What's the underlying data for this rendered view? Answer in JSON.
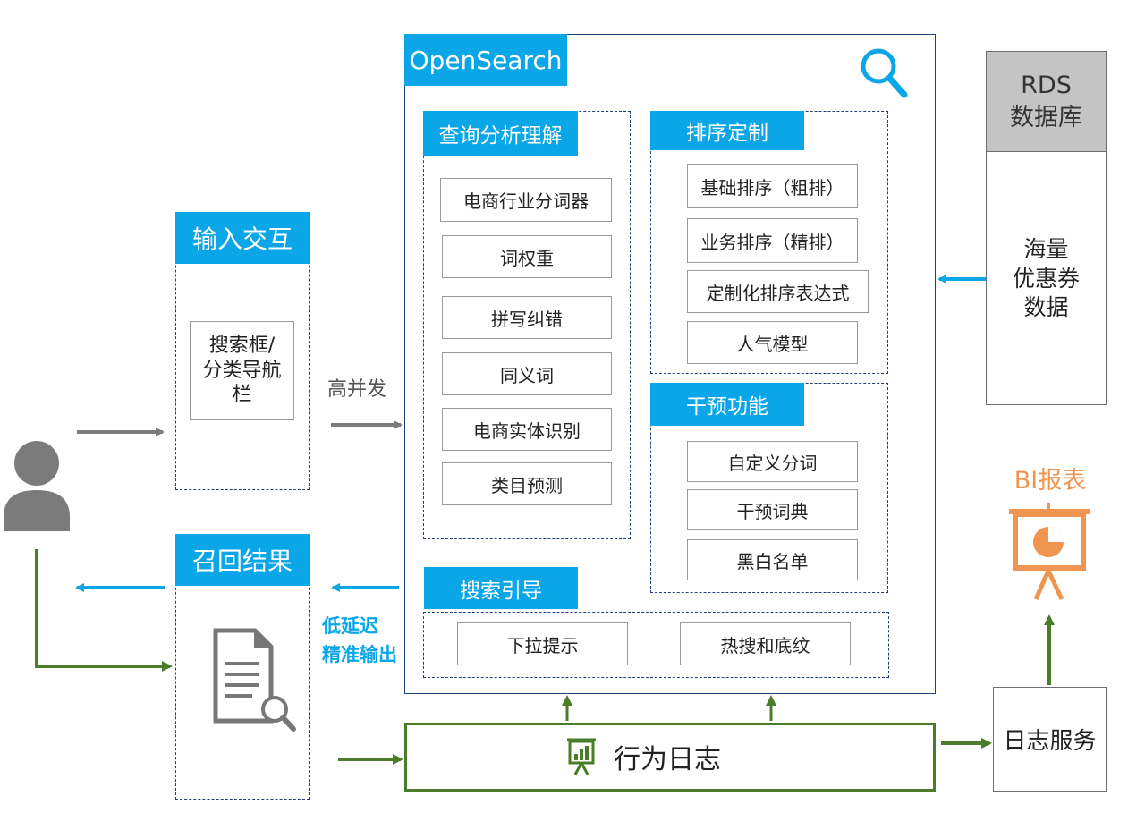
{
  "opensearch": {
    "title": "OpenSearch",
    "query": {
      "title": "查询分析理解",
      "items": [
        "电商行业分词器",
        "词权重",
        "拼写纠错",
        "同义词",
        "电商实体识别",
        "类目预测"
      ]
    },
    "ranking": {
      "title": "排序定制",
      "items": [
        "基础排序（粗排）",
        "业务排序（精排）",
        "定制化排序表达式",
        "人气模型"
      ]
    },
    "intervene": {
      "title": "干预功能",
      "items": [
        "自定义分词",
        "干预词典",
        "黑白名单"
      ]
    },
    "guide": {
      "title": "搜索引导",
      "items": [
        "下拉提示",
        "热搜和底纹"
      ]
    }
  },
  "input": {
    "title": "输入交互",
    "item": "搜索框/\n分类导航\n栏"
  },
  "result": {
    "title": "召回结果"
  },
  "labels": {
    "high_concurrency": "高并发",
    "low_latency": "低延迟",
    "precise_output": "精准输出"
  },
  "rds": {
    "title": "RDS\n数据库",
    "data": "海量\n优惠券\n数据"
  },
  "bi": {
    "title": "BI报表"
  },
  "log": {
    "behavior": "行为日志",
    "service": "日志服务"
  },
  "colors": {
    "accent_blue": "#0aa6e8",
    "green": "#4a7c2a",
    "orange": "#f0954f",
    "gray": "#7b7b7b",
    "frame_blue": "#1f3f7a"
  }
}
